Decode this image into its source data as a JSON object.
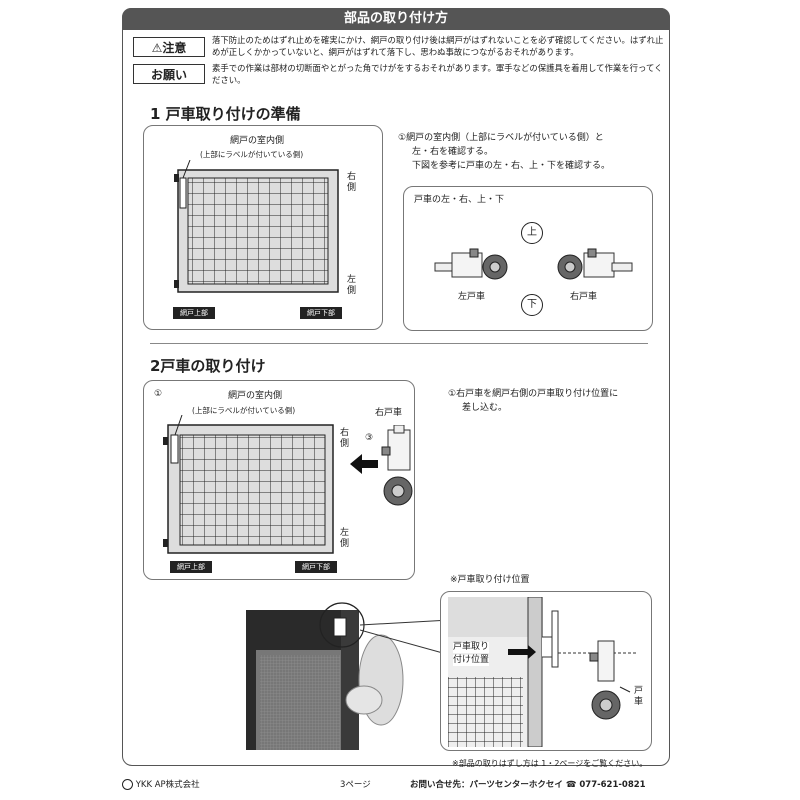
{
  "header": {
    "title": "部品の取り付け方"
  },
  "caution": {
    "badge": "注意",
    "text": "落下防止のためはずれ止めを確実にかけ、網戸の取り付け後は網戸がはずれないことを必ず確認してください。はずれ止めが正しくかかっていないと、網戸がはずれて落下し、思わぬ事故につながるおそれがあります。"
  },
  "request": {
    "badge": "お願い",
    "text": "素手での作業は部材の切断面やとがった角でけがをするおそれがあります。軍手などの保護具を着用して作業を行ってください。"
  },
  "step1": {
    "heading": "1 戸車取り付けの準備",
    "screen_inside": "網戸の室内側",
    "label_note": "(上部にラベルが付いている側)",
    "right_side": "右側",
    "left_side": "左側",
    "top_tag": "網戸上部",
    "bottom_tag": "網戸下部",
    "instruction_lines": [
      "①網戸の室内側（上部にラベルが付いている側）と",
      "左・右を確認する。",
      "下図を参考に戸車の左・右、上・下を確認する。"
    ],
    "roller_panel": {
      "title": "戸車の左・右、上・下",
      "up": "上",
      "down": "下",
      "left_roller": "左戸車",
      "right_roller": "右戸車"
    }
  },
  "step2": {
    "heading": "2戸車の取り付け",
    "circle1": "①",
    "circle3": "③",
    "screen_inside": "網戸の室内側",
    "label_note": "(上部にラベルが付いている側)",
    "right_side": "右側",
    "left_side": "左側",
    "right_roller": "右戸車",
    "top_tag": "網戸上部",
    "bottom_tag": "網戸下部",
    "instruction_lines": [
      "①右戸車を網戸右側の戸車取り付け位置に",
      "差し込む。"
    ],
    "position_title": "※戸車取り付け位置",
    "position_label_lines": [
      "戸車取り",
      "付け位置"
    ],
    "roller_label": "戸車",
    "removal_note": "※部品の取りはずし方は 1・2ページをご覧ください。"
  },
  "footer": {
    "company": "YKK AP株式会社",
    "page": "3ページ",
    "contact": "お問い合せ先：パーツセンターホクセイ",
    "phone": "077-621-0821"
  }
}
